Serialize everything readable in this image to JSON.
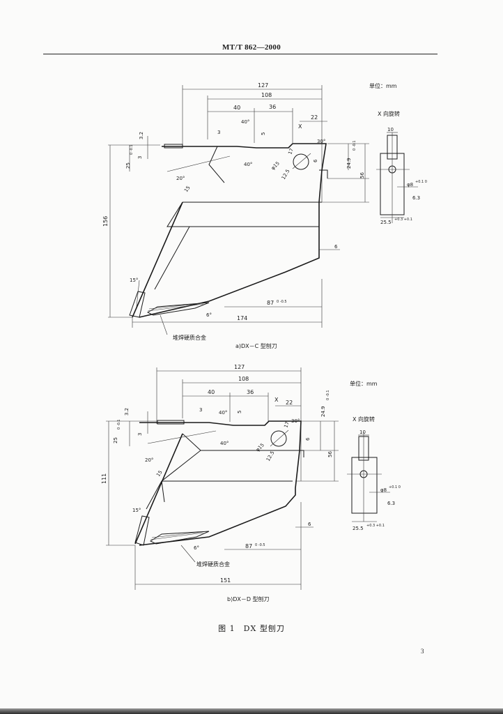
{
  "header": {
    "standard": "MT/T 862—2000"
  },
  "unit_label": "单位：mm",
  "view_label": "X 向旋转",
  "drawing_a": {
    "caption": "a)DX－C 型刨刀",
    "dims": {
      "d127": "127",
      "d108": "108",
      "d40": "40",
      "d36": "36",
      "d22": "22",
      "d32": "3.2",
      "d25": "25",
      "d25tol": "0 -0.1",
      "d3": "3",
      "d5": "5",
      "d17": "17",
      "d6": "6",
      "d249": "24.9",
      "d249tol": "0 -0.1",
      "d56": "56",
      "d156": "156",
      "d15": "15",
      "a40a": "40°",
      "a40b": "40°",
      "a30": "30°",
      "a20": "20°",
      "a15": "15°",
      "a6": "6°",
      "phi15": "φ15",
      "rough125": "12.5",
      "rough3": "3",
      "x": "X",
      "d87": "87",
      "d87tol": "0 -0.5",
      "d174": "174",
      "d6r": "6",
      "alloy": "堆焊硬质合金",
      "v10": "10",
      "v8": "φ8",
      "v8tol": "+0.1 0",
      "v63": "6.3",
      "v255": "25.5",
      "v255tol": "+0.3 +0.1"
    }
  },
  "drawing_b": {
    "caption": "b)DX－D 型刨刀",
    "dims": {
      "d127": "127",
      "d108": "108",
      "d40": "40",
      "d36": "36",
      "d22": "22",
      "d32": "3.2",
      "d25": "25",
      "d25tol": "0 -0.1",
      "d3": "3",
      "d5": "5",
      "d17": "17",
      "d6": "6",
      "d249": "24.9",
      "d249tol": "0 -0.1",
      "d56": "56",
      "d111": "111",
      "d15": "15",
      "a40a": "40°",
      "a40b": "40°",
      "a30": "30°",
      "a20": "20°",
      "a15": "15°",
      "a6": "6°",
      "phi15": "φ15",
      "rough125": "12.5",
      "rough3": "3",
      "x": "X",
      "d87": "87",
      "d87tol": "0 -0.5",
      "d151": "151",
      "d6r": "6",
      "alloy": "堆焊硬质合金",
      "v10": "10",
      "v8": "φ8",
      "v8tol": "+0.1 0",
      "v63": "6.3",
      "v255": "25.5",
      "v255tol": "+0.3 +0.1"
    }
  },
  "figure_caption": "图 1　DX 型刨刀",
  "page_number": "3"
}
